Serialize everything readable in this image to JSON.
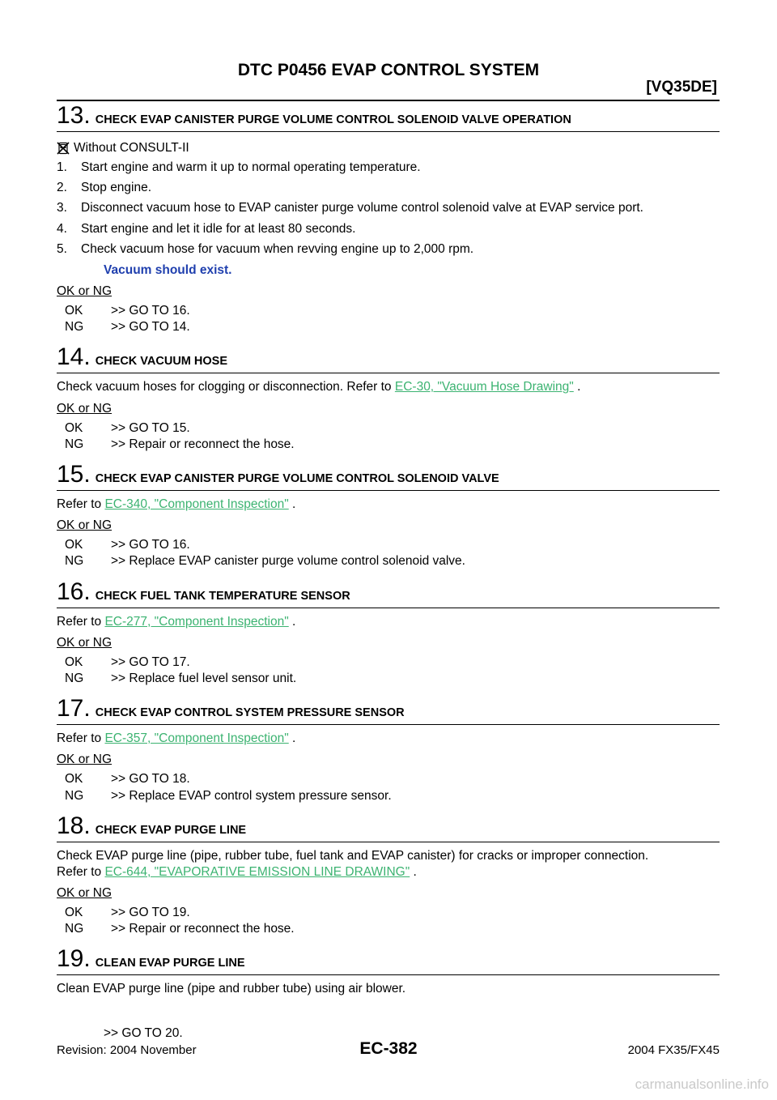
{
  "header": {
    "title": "DTC P0456 EVAP CONTROL SYSTEM",
    "model": "[VQ35DE]"
  },
  "steps": [
    {
      "num": "13.",
      "title": "CHECK EVAP CANISTER PURGE VOLUME CONTROL SOLENOID VALVE OPERATION",
      "note_icon": "no-consult-icon",
      "note": "Without CONSULT-II",
      "items": [
        {
          "n": "1.",
          "text": "Start engine and warm it up to normal operating temperature."
        },
        {
          "n": "2.",
          "text": "Stop engine."
        },
        {
          "n": "3.",
          "text": "Disconnect vacuum hose to EVAP canister purge volume control solenoid valve at EVAP service port."
        },
        {
          "n": "4.",
          "text": "Start engine and let it idle for at least 80 seconds."
        },
        {
          "n": "5.",
          "text": "Check vacuum hose for vacuum when revving engine up to 2,000 rpm."
        }
      ],
      "expect": "Vacuum should exist.",
      "okng": "OK or NG",
      "results": [
        {
          "code": "OK",
          "text": ">> GO TO 16."
        },
        {
          "code": "NG",
          "text": ">> GO TO 14."
        }
      ]
    },
    {
      "num": "14.",
      "title": "CHECK VACUUM HOSE",
      "pre": "Check vacuum hoses for clogging or disconnection. Refer to",
      "link": "EC-30, \"Vacuum Hose Drawing\"",
      "post": " .",
      "okng": "OK or NG",
      "results": [
        {
          "code": "OK",
          "text": ">> GO TO 15."
        },
        {
          "code": "NG",
          "text": ">> Repair or reconnect the hose."
        }
      ]
    },
    {
      "num": "15.",
      "title": "CHECK EVAP CANISTER PURGE VOLUME CONTROL SOLENOID VALVE",
      "pre": "Refer to",
      "link": "EC-340, \"Component Inspection\"",
      "post": " .",
      "okng": "OK or NG",
      "results": [
        {
          "code": "OK",
          "text": ">> GO TO 16."
        },
        {
          "code": "NG",
          "text": ">> Replace EVAP canister purge volume control solenoid valve."
        }
      ]
    },
    {
      "num": "16.",
      "title": "CHECK FUEL TANK TEMPERATURE SENSOR",
      "pre": "Refer to",
      "link": "EC-277, \"Component Inspection\"",
      "post": " .",
      "okng": "OK or NG",
      "results": [
        {
          "code": "OK",
          "text": ">> GO TO 17."
        },
        {
          "code": "NG",
          "text": ">> Replace fuel level sensor unit."
        }
      ]
    },
    {
      "num": "17.",
      "title": "CHECK EVAP CONTROL SYSTEM PRESSURE SENSOR",
      "pre": "Refer to",
      "link": "EC-357, \"Component Inspection\"",
      "post": " .",
      "okng": "OK or NG",
      "results": [
        {
          "code": "OK",
          "text": ">> GO TO 18."
        },
        {
          "code": "NG",
          "text": ">> Replace EVAP control system pressure sensor."
        }
      ]
    },
    {
      "num": "18.",
      "title": "CHECK EVAP PURGE LINE",
      "line1": "Check EVAP purge line (pipe, rubber tube, fuel tank and EVAP canister) for cracks or improper connection.",
      "pre": "Refer to",
      "link": "EC-644, \"EVAPORATIVE EMISSION LINE DRAWING\"",
      "post": " .",
      "okng": "OK or NG",
      "results": [
        {
          "code": "OK",
          "text": ">> GO TO 19."
        },
        {
          "code": "NG",
          "text": ">> Repair or reconnect the hose."
        }
      ]
    },
    {
      "num": "19.",
      "title": "CLEAN EVAP PURGE LINE",
      "line1": "Clean EVAP purge line (pipe and rubber tube) using air blower.",
      "goto": ">> GO TO 20."
    }
  ],
  "footer": {
    "revision": "Revision: 2004 November",
    "page": "EC-382",
    "model": "2004 FX35/FX45"
  },
  "watermark": "carmanualsonline.info"
}
